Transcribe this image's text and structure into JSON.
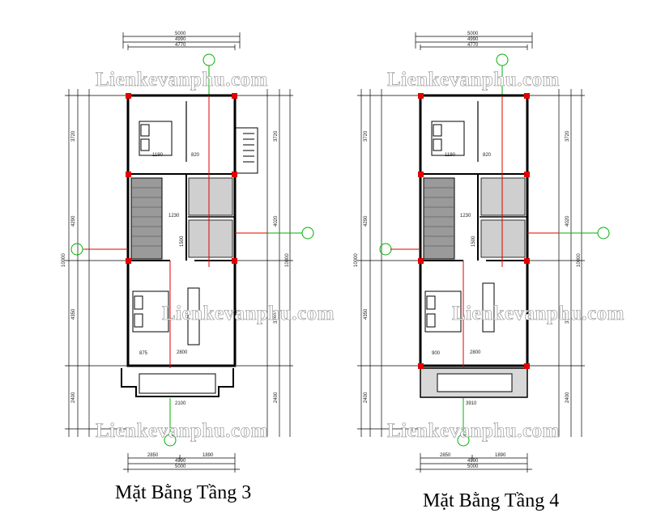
{
  "watermark": "Lienkevanphu.com",
  "plans": [
    {
      "id": "floor3",
      "title": "Mặt Bằng Tầng 3",
      "top_dims": [
        "5000",
        "4990",
        "4770"
      ],
      "bottom_dims": [
        "2850",
        "1890",
        "4990",
        "5000"
      ],
      "room_dims": [
        "1190",
        "820",
        "1230",
        "875",
        "2800",
        "2100",
        "1500"
      ],
      "left_dims": [
        "3720",
        "4290",
        "10000",
        "4350",
        "2400"
      ],
      "right_dims": [
        "3720",
        "4020",
        "10000",
        "3760",
        "2400"
      ]
    },
    {
      "id": "floor4",
      "title": "Mặt Bằng Tầng 4",
      "top_dims": [
        "5000",
        "4990",
        "4770"
      ],
      "bottom_dims": [
        "2850",
        "1890",
        "4990",
        "5000"
      ],
      "room_dims": [
        "1190",
        "820",
        "1230",
        "900",
        "2800",
        "3910",
        "1500"
      ],
      "left_dims": [
        "3720",
        "4290",
        "10000",
        "4350",
        "2400"
      ],
      "right_dims": [
        "3720",
        "4020",
        "10000",
        "3760",
        "2400"
      ]
    }
  ]
}
